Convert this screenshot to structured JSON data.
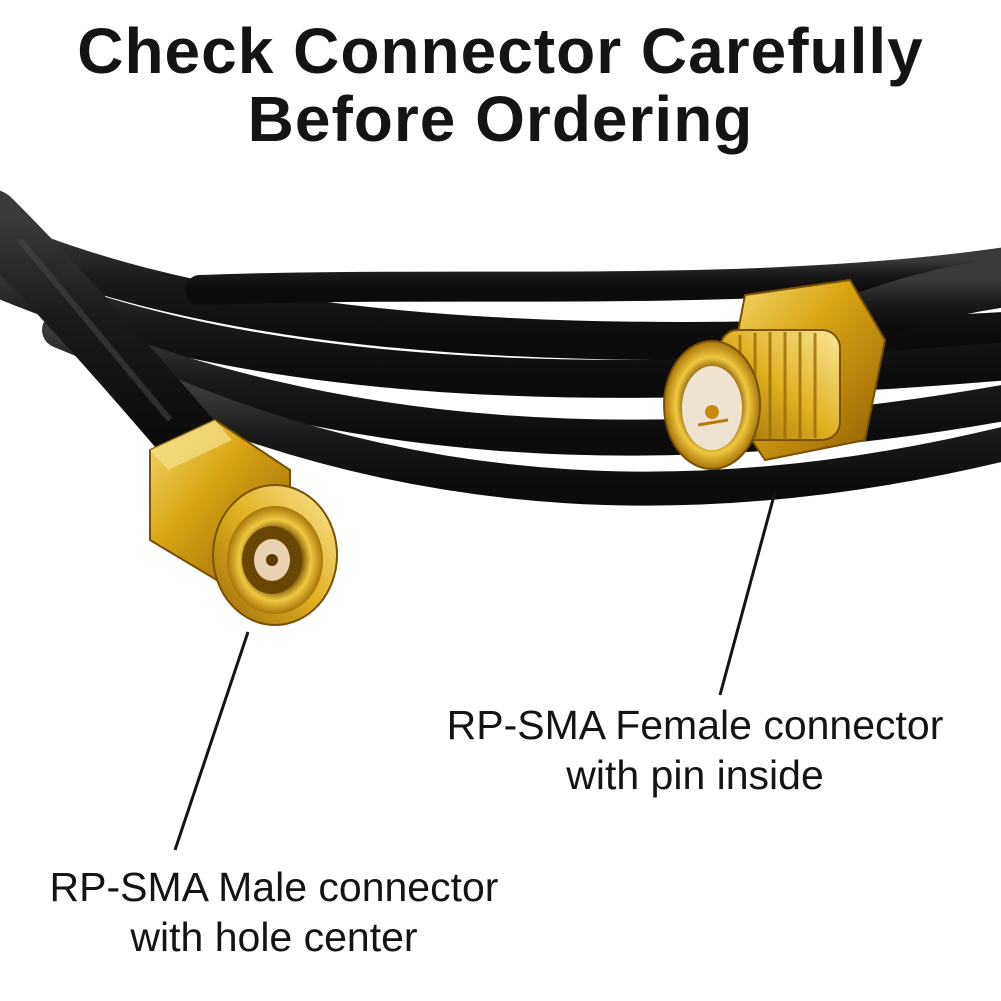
{
  "headline": {
    "line1": "Check Connector  Carefully",
    "line2": "Before Ordering"
  },
  "callouts": {
    "female": {
      "line1": "RP-SMA Female connector",
      "line2": "with pin inside"
    },
    "male": {
      "line1": "RP-SMA Male connector",
      "line2": "with hole center"
    }
  },
  "colors": {
    "background": "#ffffff",
    "text": "#141414",
    "cable": "#1b1b1b",
    "gold": "#d9a514",
    "gold_dark": "#8a5d06",
    "gold_light": "#f6dc72"
  }
}
